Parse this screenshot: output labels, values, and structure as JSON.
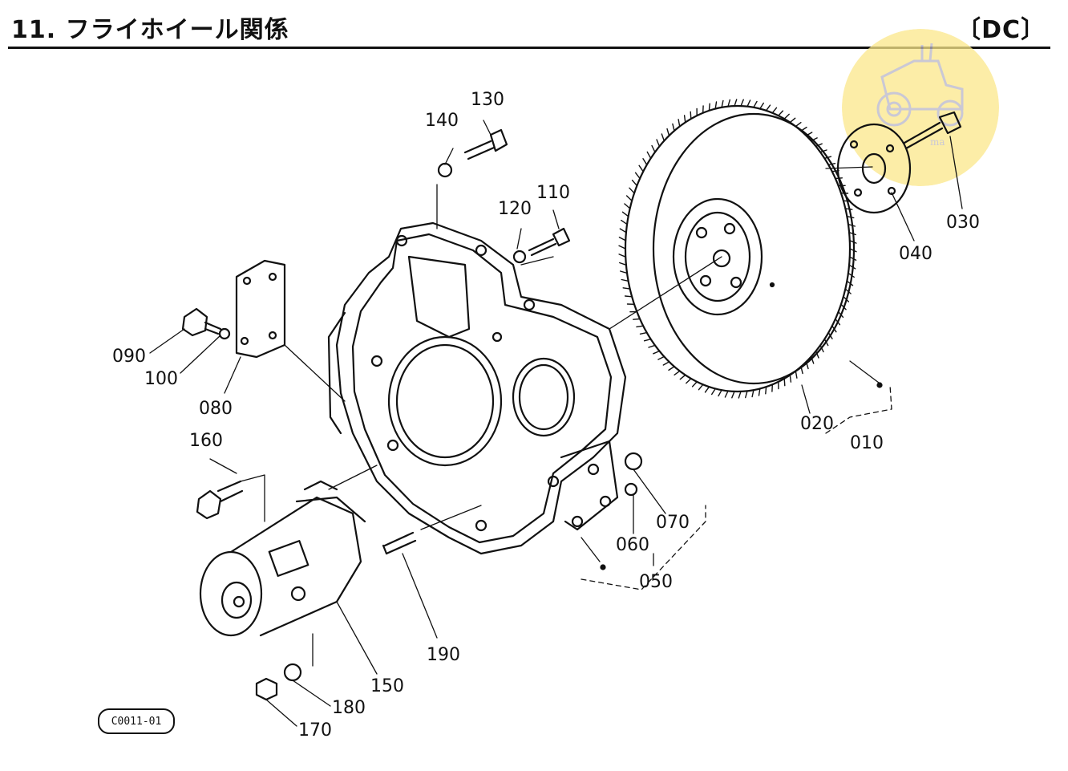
{
  "header": {
    "title": "11. フライホイール関係",
    "model_code": "〔DC〕"
  },
  "figure_code": "C0011-01",
  "colors": {
    "line": "#111111",
    "watermark": "#fbe88a"
  },
  "watermark": {
    "icon": "tractor-icon",
    "text": "ma"
  },
  "parts": [
    {
      "id": "010",
      "label": "010"
    },
    {
      "id": "020",
      "label": "020"
    },
    {
      "id": "030",
      "label": "030"
    },
    {
      "id": "040",
      "label": "040"
    },
    {
      "id": "050",
      "label": "050"
    },
    {
      "id": "060",
      "label": "060"
    },
    {
      "id": "070",
      "label": "070"
    },
    {
      "id": "080",
      "label": "080"
    },
    {
      "id": "090",
      "label": "090"
    },
    {
      "id": "100",
      "label": "100"
    },
    {
      "id": "110",
      "label": "110"
    },
    {
      "id": "120",
      "label": "120"
    },
    {
      "id": "130",
      "label": "130"
    },
    {
      "id": "140",
      "label": "140"
    },
    {
      "id": "150",
      "label": "150"
    },
    {
      "id": "160",
      "label": "160"
    },
    {
      "id": "170",
      "label": "170"
    },
    {
      "id": "180",
      "label": "180"
    },
    {
      "id": "190",
      "label": "190"
    }
  ]
}
